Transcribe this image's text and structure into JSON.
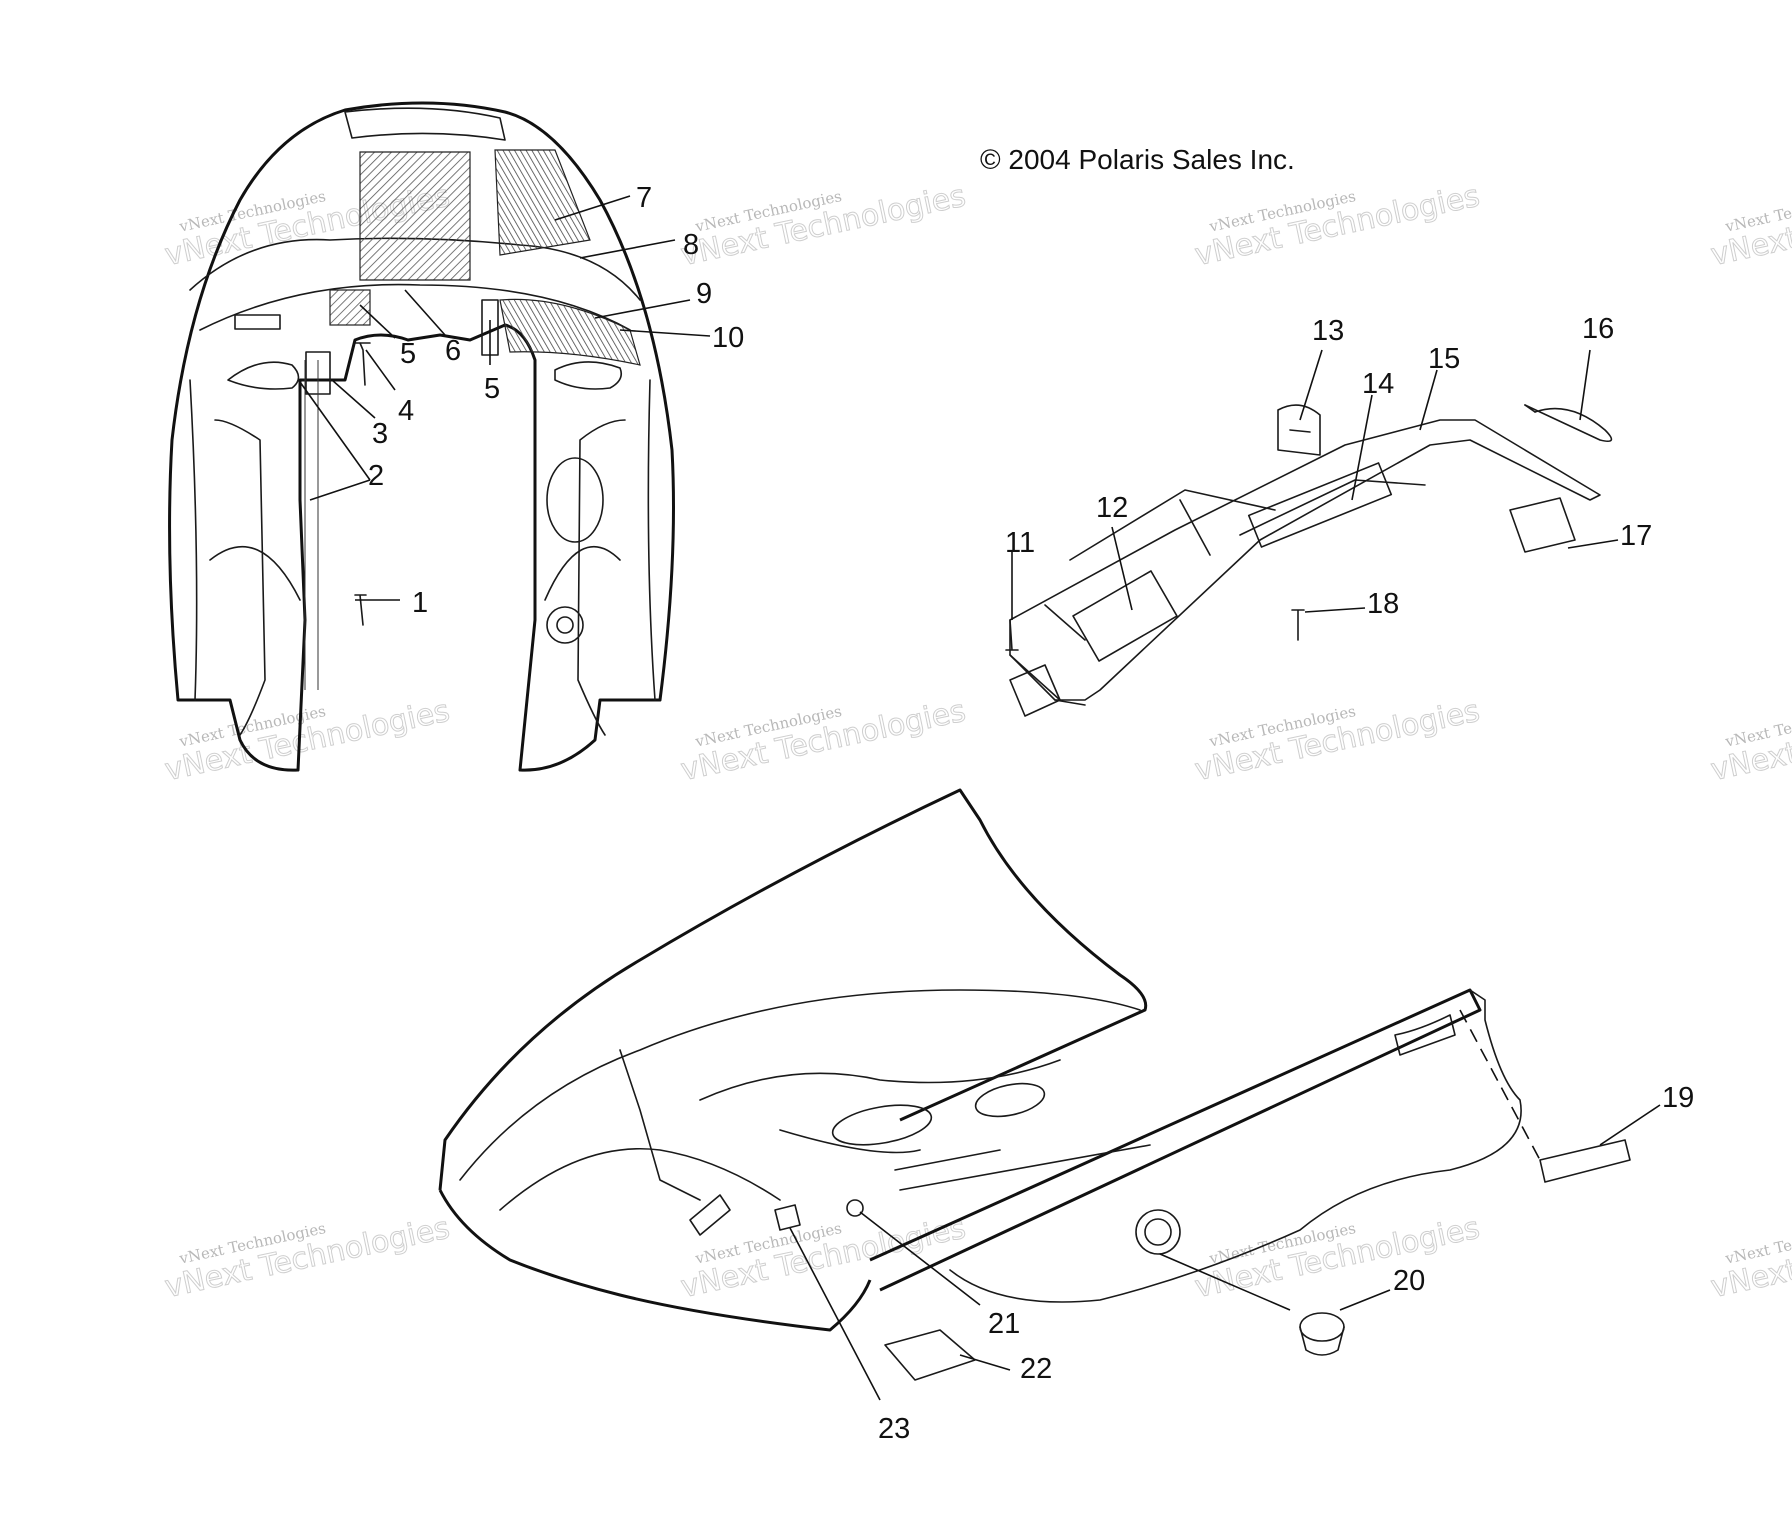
{
  "copyright": "© 2004 Polaris Sales Inc.",
  "watermark": {
    "line1": "vNext Technologies",
    "line2": "vNext Technologies"
  },
  "callouts": [
    {
      "id": "1",
      "label": "1"
    },
    {
      "id": "2",
      "label": "2"
    },
    {
      "id": "3",
      "label": "3"
    },
    {
      "id": "4",
      "label": "4"
    },
    {
      "id": "5a",
      "label": "5"
    },
    {
      "id": "5b",
      "label": "5"
    },
    {
      "id": "6",
      "label": "6"
    },
    {
      "id": "7",
      "label": "7"
    },
    {
      "id": "8",
      "label": "8"
    },
    {
      "id": "9",
      "label": "9"
    },
    {
      "id": "10",
      "label": "10"
    },
    {
      "id": "11",
      "label": "11"
    },
    {
      "id": "12",
      "label": "12"
    },
    {
      "id": "13",
      "label": "13"
    },
    {
      "id": "14",
      "label": "14"
    },
    {
      "id": "15",
      "label": "15"
    },
    {
      "id": "16",
      "label": "16"
    },
    {
      "id": "17",
      "label": "17"
    },
    {
      "id": "18",
      "label": "18"
    },
    {
      "id": "19",
      "label": "19"
    },
    {
      "id": "20",
      "label": "20"
    },
    {
      "id": "21",
      "label": "21"
    },
    {
      "id": "22",
      "label": "22"
    },
    {
      "id": "23",
      "label": "23"
    }
  ],
  "colors": {
    "line": "#1a1a1a",
    "watermark": "#c8c8c8",
    "background": "#ffffff"
  }
}
